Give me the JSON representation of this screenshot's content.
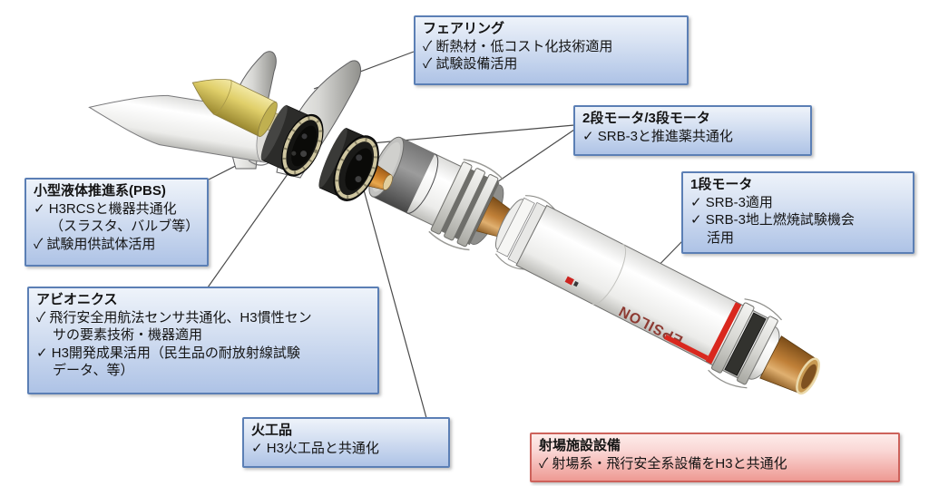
{
  "boxes": {
    "fairing": {
      "title": "フェアリング",
      "items": [
        "✓ 断熱材・低コスト化技術適用",
        "✓ 試験設備活用"
      ]
    },
    "stage23": {
      "title": "2段モータ/3段モータ",
      "items": [
        "✓ SRB-3と推進薬共通化"
      ]
    },
    "stage1": {
      "title": "1段モータ",
      "items": [
        "✓ SRB-3適用",
        "✓ SRB-3地上燃焼試験機会\n活用"
      ]
    },
    "pbs": {
      "title": "小型液体推進系(PBS)",
      "items": [
        "✓ H3RCSと機器共通化\n（スラスタ、バルブ等）",
        "✓ 試験用供試体活用"
      ]
    },
    "avionics": {
      "title": "アビオニクス",
      "items": [
        "✓ 飛行安全用航法センサ共通化、H3慣性セン\nサの要素技術・機器適用",
        "✓ H3開発成果活用（民生品の耐放射線試験\nデータ、等）"
      ]
    },
    "pyro": {
      "title": "火工品",
      "items": [
        "✓ H3火工品と共通化"
      ]
    },
    "launch_site": {
      "title": "射場施設設備",
      "items": [
        "✓ 射場系・飛行安全系設備をH3と共通化"
      ]
    }
  },
  "rocket": {
    "stage1_label": "EPSILON"
  },
  "colors": {
    "callout_blue_border": "#5b7fb5",
    "callout_blue_fill": "#c3d4ec",
    "callout_pink_border": "#cd625b",
    "callout_pink_fill": "#f5b5b0",
    "payload_yellow": "#e3d478",
    "nozzle_copper": "#c08038",
    "accent_red": "#d9281e"
  }
}
